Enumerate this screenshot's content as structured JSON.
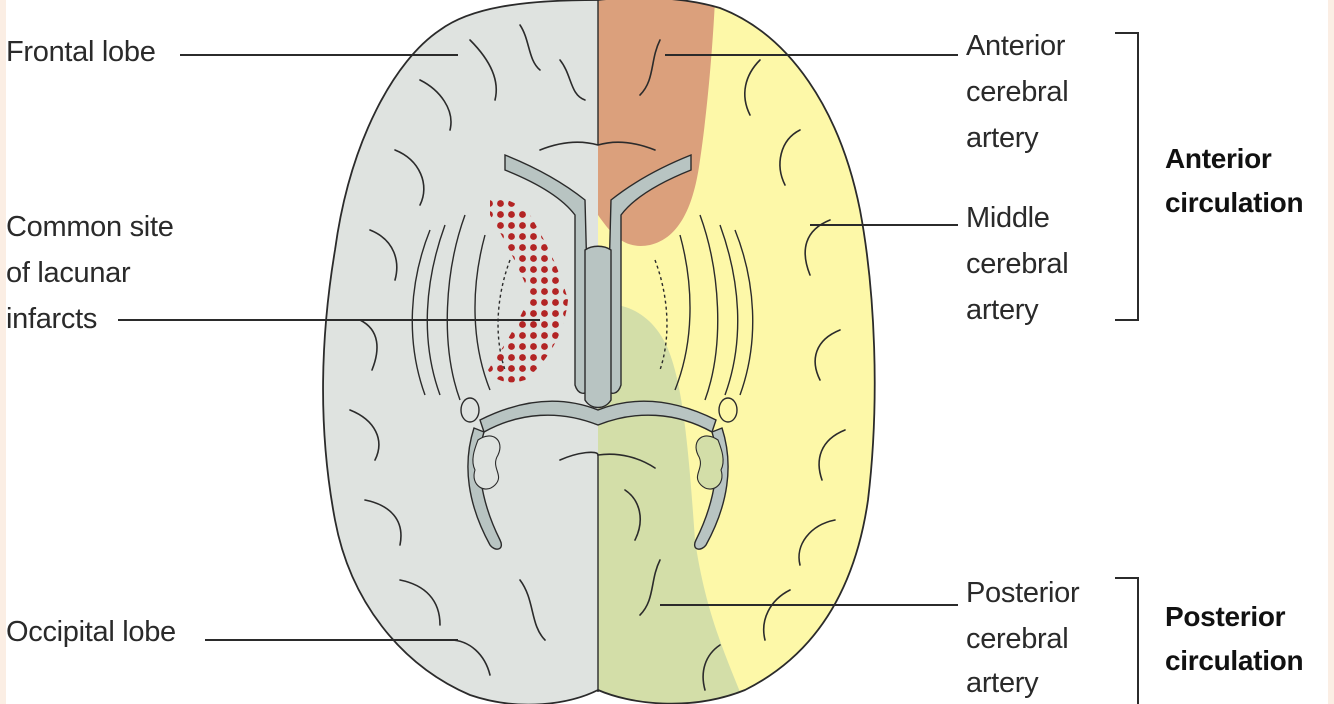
{
  "labels": {
    "frontal_lobe": "Frontal lobe",
    "lacunar": [
      "Common site",
      "of lacunar",
      "infarcts"
    ],
    "occipital_lobe": "Occipital lobe",
    "anterior_cerebral": [
      "Anterior",
      "cerebral",
      "artery"
    ],
    "middle_cerebral": [
      "Middle",
      "cerebral",
      "artery"
    ],
    "posterior_cerebral": [
      "Posterior",
      "cerebral",
      "artery"
    ],
    "anterior_circulation": [
      "Anterior",
      "circulation"
    ],
    "posterior_circulation": [
      "Posterior",
      "circulation"
    ]
  },
  "colors": {
    "left_hemisphere": "#dfe3e0",
    "anterior_cerebral_territory": "#dba07c",
    "middle_cerebral_territory": "#fdf8a8",
    "posterior_cerebral_territory": "#d3dea8",
    "ventricles": "#b8c4c2",
    "infarct_dots": "#b32424",
    "outline": "#2b2b2b"
  }
}
